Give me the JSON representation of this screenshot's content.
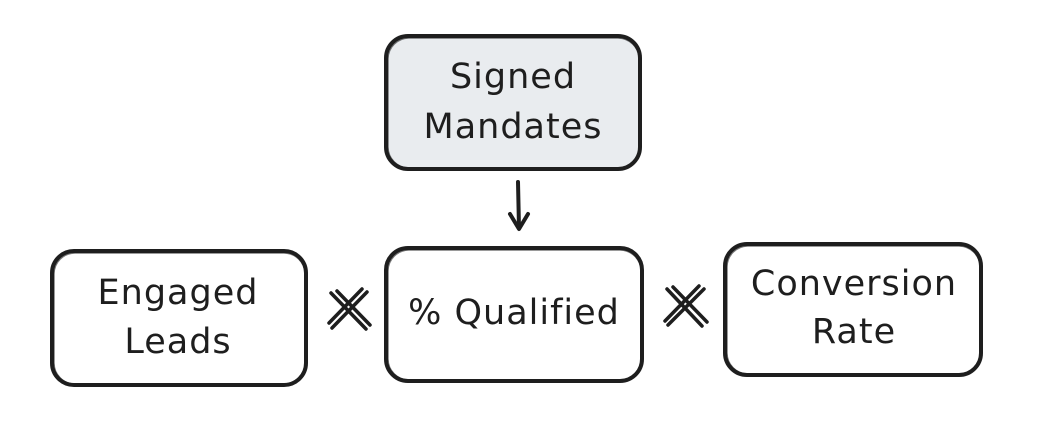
{
  "diagram": {
    "top": {
      "line1": "Signed",
      "line2": "Mandates",
      "fill": "#e9ecef"
    },
    "left": {
      "line1": "Engaged",
      "line2": "Leads"
    },
    "center": {
      "line1": "% Qualified"
    },
    "right": {
      "line1": "Conversion",
      "line2": "Rate"
    },
    "operators": {
      "left_symbol": "multiply-icon",
      "right_symbol": "multiply-icon"
    },
    "connector": "down-arrow-icon",
    "colors": {
      "stroke": "#1e1e1e",
      "box_fill": "#ffffff",
      "highlight_fill": "#e9ecef"
    }
  }
}
